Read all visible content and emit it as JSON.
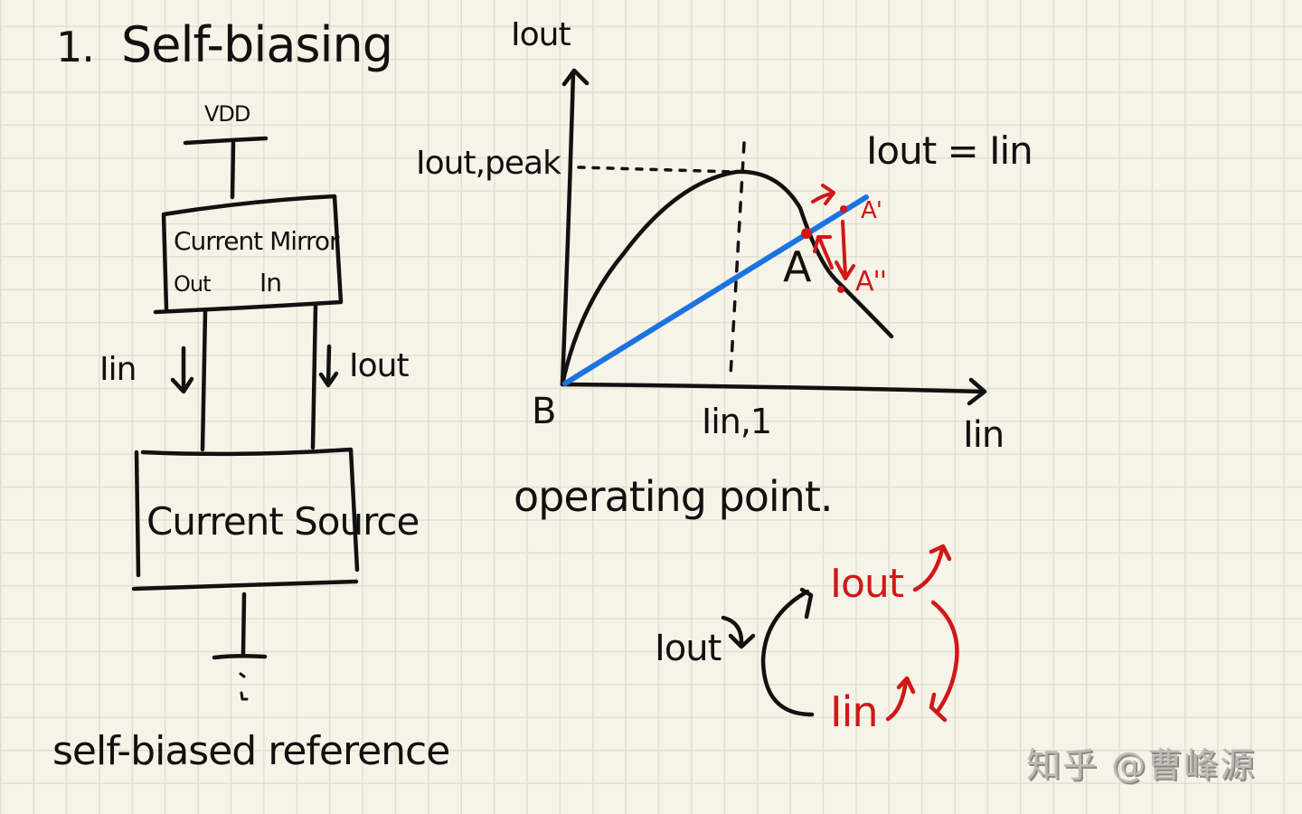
{
  "heading": {
    "number": "1.",
    "title": "Self-biasing"
  },
  "block_diagram": {
    "supply_label": "VDD",
    "mirror_box": {
      "title": "Current Mirror",
      "port_out": "Out",
      "port_in": "In"
    },
    "left_branch_label": "Iin",
    "right_branch_label": "Iout",
    "source_box": {
      "title": "Current Source"
    },
    "caption": "self-biased reference"
  },
  "graph": {
    "y_axis_label": "Iout",
    "x_axis_label": "Iin",
    "y_peak_label": "Iout,peak",
    "x_tick_label": "Iin,1",
    "line_label": "Iout = Iin",
    "origin_label": "B",
    "point_a": "A",
    "point_a_prime": "A'",
    "point_a_double_prime": "A''",
    "caption": "operating point.",
    "colors": {
      "curve": "#111111",
      "line": "#1a73e0",
      "annotation": "#d01818"
    }
  },
  "feedback_loop": {
    "start_label": "Iout",
    "top_label": "Iout",
    "bottom_label": "Iin"
  },
  "watermark": "知乎 @曹峰源"
}
